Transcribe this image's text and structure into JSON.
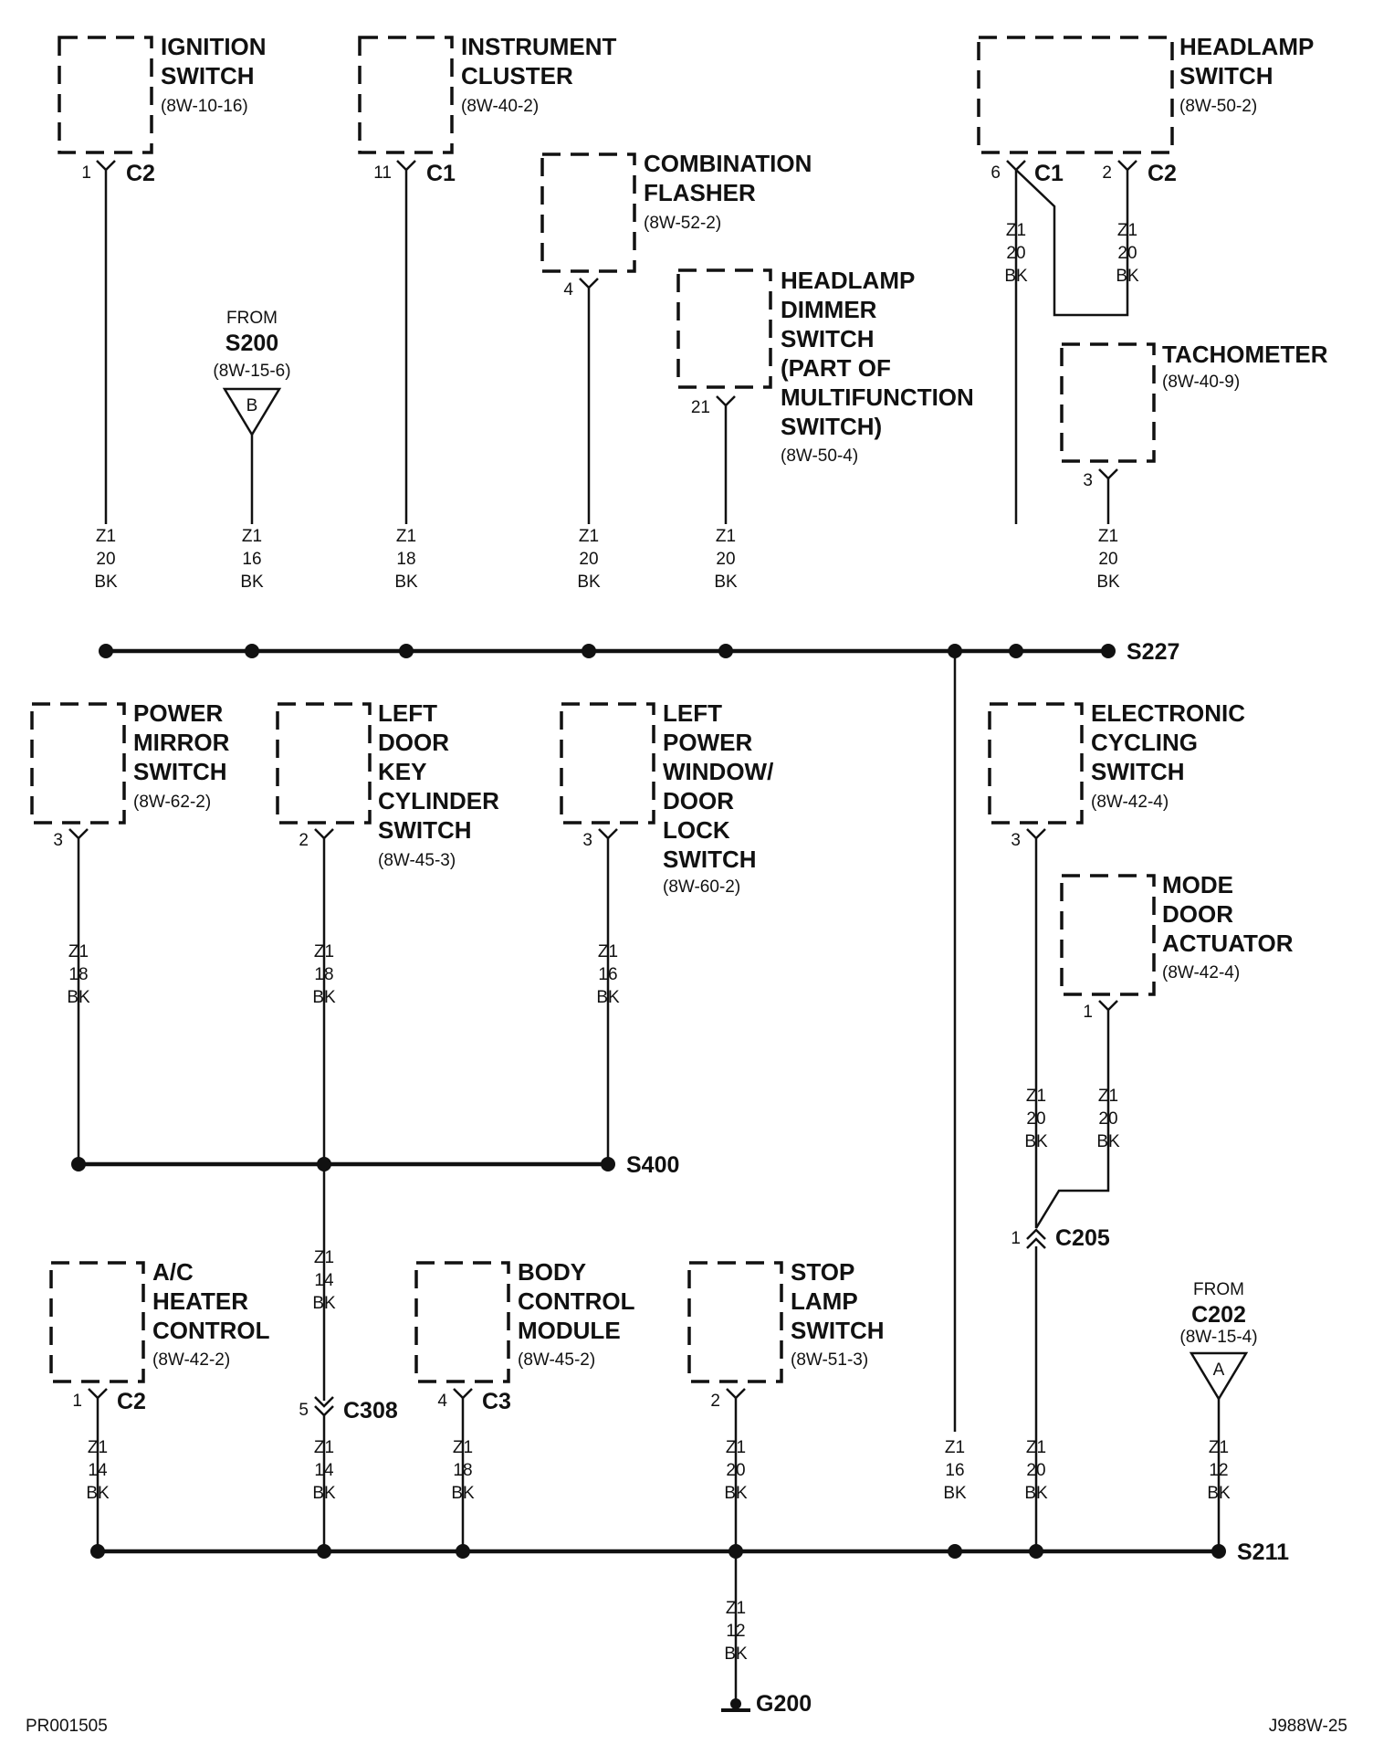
{
  "components": [
    {
      "id": "ignition",
      "lines": [
        "IGNITION",
        "SWITCH"
      ],
      "ref": "(8W-10-16)",
      "pin": "1",
      "conn": "C2"
    },
    {
      "id": "cluster",
      "lines": [
        "INSTRUMENT",
        "CLUSTER"
      ],
      "ref": "(8W-40-2)",
      "pin": "11",
      "conn": "C1"
    },
    {
      "id": "flasher",
      "lines": [
        "COMBINATION",
        "FLASHER"
      ],
      "ref": "(8W-52-2)",
      "pin": "4",
      "conn": ""
    },
    {
      "id": "dimmer",
      "lines": [
        "HEADLAMP",
        "DIMMER",
        "SWITCH",
        "(PART OF",
        "MULTIFUNCTION",
        "SWITCH)"
      ],
      "ref": "(8W-50-4)",
      "pin": "21",
      "conn": ""
    },
    {
      "id": "headlamp",
      "lines": [
        "HEADLAMP",
        "SWITCH"
      ],
      "ref": "(8W-50-2)",
      "pin": "6",
      "conn": "C1",
      "pin2": "2",
      "conn2": "C2"
    },
    {
      "id": "tach",
      "lines": [
        "TACHOMETER"
      ],
      "ref": "(8W-40-9)",
      "pin": "3",
      "conn": ""
    },
    {
      "id": "mirror",
      "lines": [
        "POWER",
        "MIRROR",
        "SWITCH"
      ],
      "ref": "(8W-62-2)",
      "pin": "3",
      "conn": ""
    },
    {
      "id": "keycyl",
      "lines": [
        "LEFT",
        "DOOR",
        "KEY",
        "CYLINDER",
        "SWITCH"
      ],
      "ref": "(8W-45-3)",
      "pin": "2",
      "conn": ""
    },
    {
      "id": "pwrwin",
      "lines": [
        "LEFT",
        "POWER",
        "WINDOW/",
        "DOOR",
        "LOCK",
        "SWITCH"
      ],
      "ref": "(8W-60-2)",
      "pin": "3",
      "conn": ""
    },
    {
      "id": "ecs",
      "lines": [
        "ELECTRONIC",
        "CYCLING",
        "SWITCH"
      ],
      "ref": "(8W-42-4)",
      "pin": "3",
      "conn": ""
    },
    {
      "id": "mode",
      "lines": [
        "MODE",
        "DOOR",
        "ACTUATOR"
      ],
      "ref": "(8W-42-4)",
      "pin": "1",
      "conn": ""
    },
    {
      "id": "ac",
      "lines": [
        "A/C",
        "HEATER",
        "CONTROL"
      ],
      "ref": "(8W-42-2)",
      "pin": "1",
      "conn": "C2"
    },
    {
      "id": "bcm",
      "lines": [
        "BODY",
        "CONTROL",
        "MODULE"
      ],
      "ref": "(8W-45-2)",
      "pin": "4",
      "conn": "C3"
    },
    {
      "id": "stop",
      "lines": [
        "STOP",
        "LAMP",
        "SWITCH"
      ],
      "ref": "(8W-51-3)",
      "pin": "2",
      "conn": ""
    }
  ],
  "sources": [
    {
      "id": "s200",
      "from": "FROM",
      "name": "S200",
      "ref": "(8W-15-6)",
      "letter": "B"
    },
    {
      "id": "c202",
      "from": "FROM",
      "name": "C202",
      "ref": "(8W-15-4)",
      "letter": "A"
    }
  ],
  "wires": {
    "w_ign": [
      "Z1",
      "20",
      "BK"
    ],
    "w_s200": [
      "Z1",
      "16",
      "BK"
    ],
    "w_clu": [
      "Z1",
      "18",
      "BK"
    ],
    "w_fla": [
      "Z1",
      "20",
      "BK"
    ],
    "w_dim": [
      "Z1",
      "20",
      "BK"
    ],
    "w_hl": [
      "Z1",
      "20",
      "BK"
    ],
    "w_hl2": [
      "Z1",
      "20",
      "BK"
    ],
    "w_tach": [
      "Z1",
      "20",
      "BK"
    ],
    "w_mir": [
      "Z1",
      "18",
      "BK"
    ],
    "w_key": [
      "Z1",
      "18",
      "BK"
    ],
    "w_pwr": [
      "Z1",
      "16",
      "BK"
    ],
    "w_ecs": [
      "Z1",
      "20",
      "BK"
    ],
    "w_mode": [
      "Z1",
      "20",
      "BK"
    ],
    "w_s400": [
      "Z1",
      "14",
      "BK"
    ],
    "w_ac": [
      "Z1",
      "14",
      "BK"
    ],
    "w_c308": [
      "Z1",
      "14",
      "BK"
    ],
    "w_bcm": [
      "Z1",
      "18",
      "BK"
    ],
    "w_stop": [
      "Z1",
      "20",
      "BK"
    ],
    "w_s227": [
      "Z1",
      "16",
      "BK"
    ],
    "w_c205": [
      "Z1",
      "20",
      "BK"
    ],
    "w_c202": [
      "Z1",
      "12",
      "BK"
    ],
    "w_g200": [
      "Z1",
      "12",
      "BK"
    ]
  },
  "inline_connectors": [
    {
      "id": "c308",
      "pin": "5",
      "name": "C308"
    },
    {
      "id": "c205",
      "pin": "1",
      "name": "C205"
    }
  ],
  "splices": {
    "s227": "S227",
    "s400": "S400",
    "s211": "S211"
  },
  "ground": "G200",
  "footer": {
    "left": "PR001505",
    "right": "J988W-25"
  }
}
